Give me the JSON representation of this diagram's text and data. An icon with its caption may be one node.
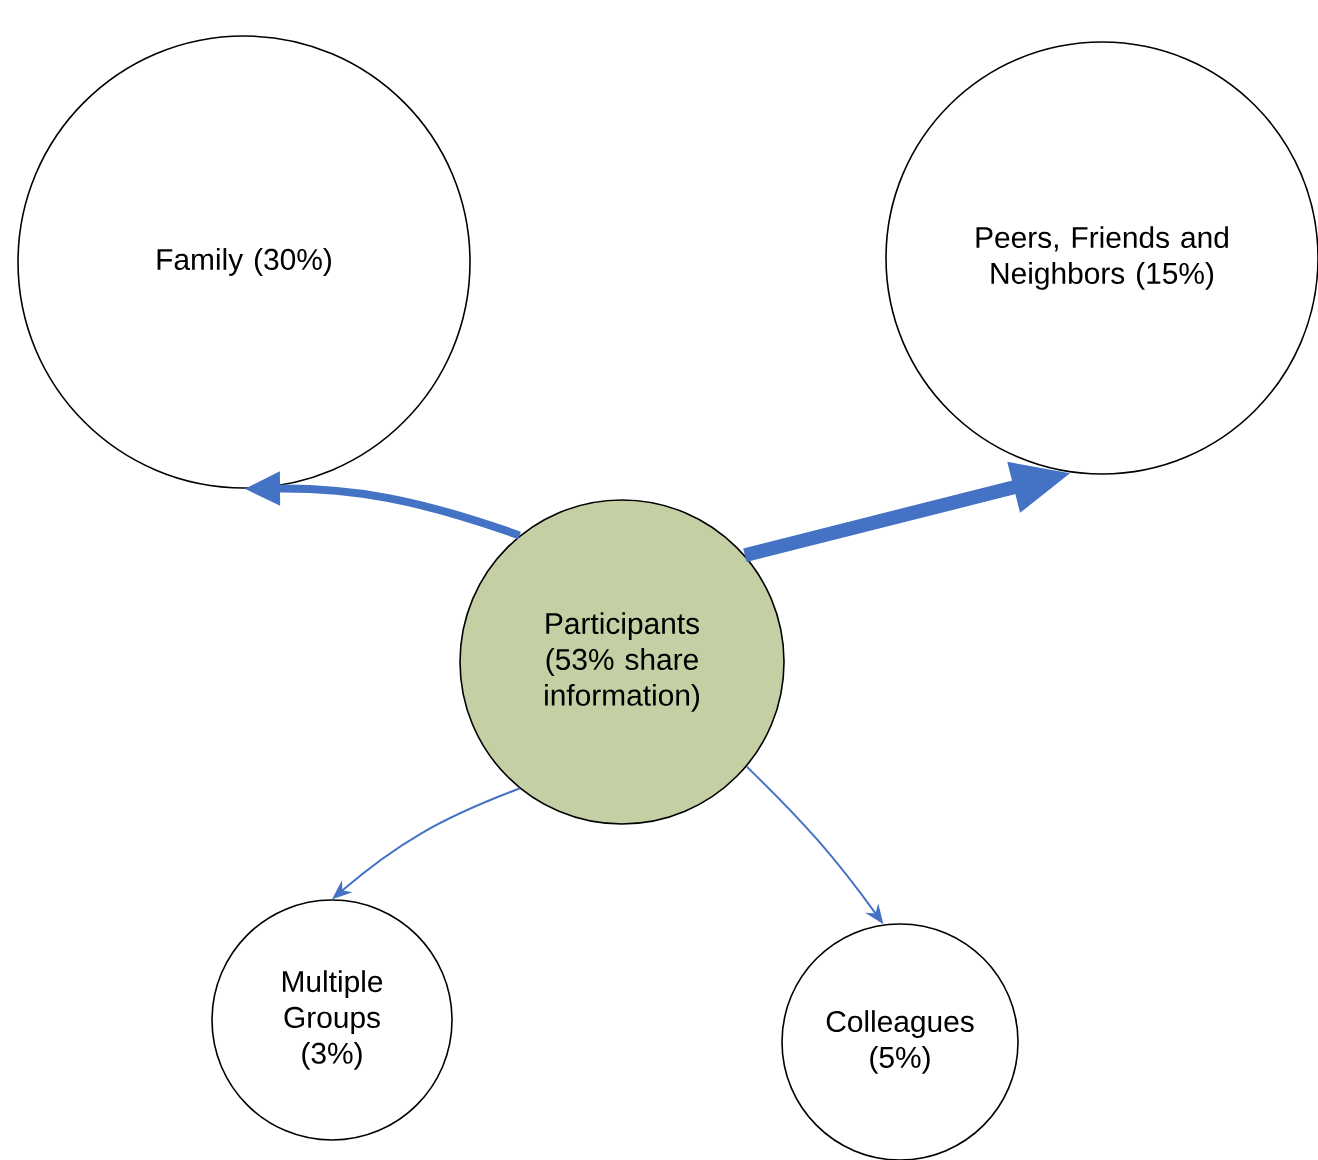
{
  "diagram": {
    "nodes": [
      {
        "text": [
          "Family (30%)"
        ]
      },
      {
        "text": [
          "Peers, Friends and Neighbors (15%)"
        ]
      },
      {
        "text": [
          "Participants (53% share information)"
        ]
      },
      {
        "text": [
          "Multiple Groups (3%)"
        ]
      },
      {
        "text": [
          "Colleagues (5%)"
        ]
      }
    ],
    "edges": [
      {
        "from": 2,
        "to": 0,
        "arrow": "to",
        "style": "thick"
      },
      {
        "from": 2,
        "to": 1,
        "arrow": "to",
        "style": "thick"
      },
      {
        "from": 2,
        "to": 3,
        "arrow": "to"
      },
      {
        "from": 2,
        "to": 4,
        "arrow": "to"
      }
    ]
  }
}
